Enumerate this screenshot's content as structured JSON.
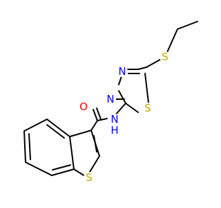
{
  "colors": {
    "bond": "#000000",
    "oxygen": "#ff0000",
    "nitrogen": "#0000ff",
    "sulfur": "#c8aa00",
    "background": "#ffffff"
  },
  "atom_labels": {
    "sulfur_thioether": "S",
    "nitrogen_1": "N",
    "nitrogen_2": "N",
    "sulfur_thiadiazole": "S",
    "oxygen": "O",
    "amide_nitrogen": "N",
    "amide_hydrogen": "H",
    "sulfur_thiophene": "S"
  }
}
